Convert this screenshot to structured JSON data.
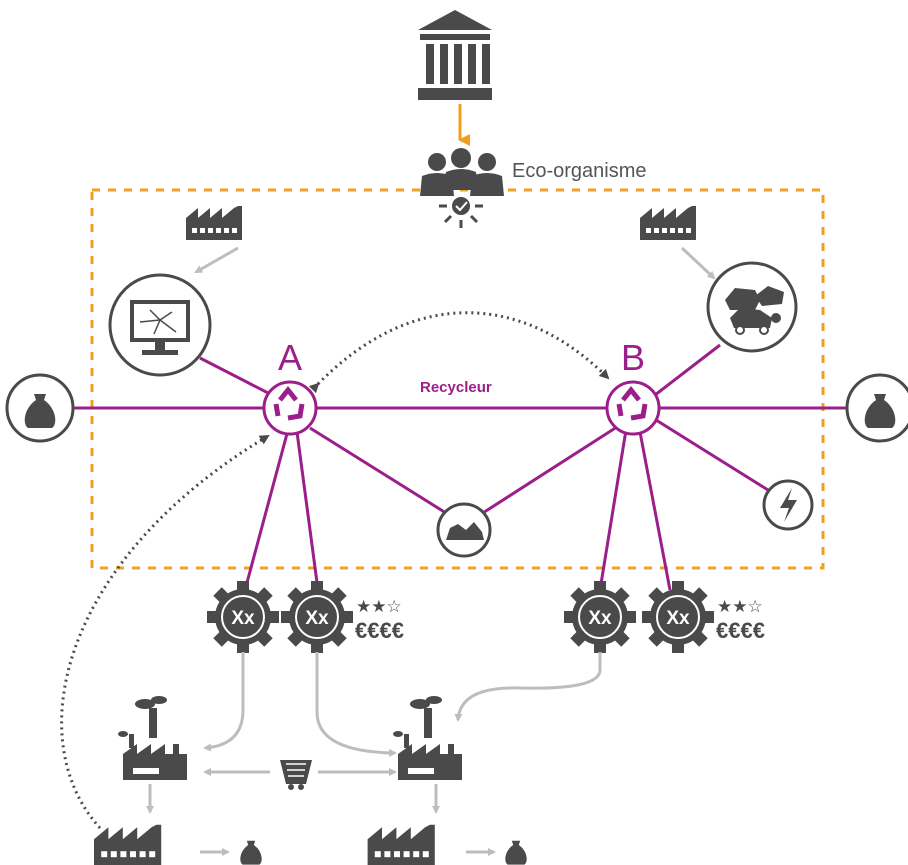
{
  "colors": {
    "purple": "#9b1f8a",
    "orange": "#f0a020",
    "icon_gray": "#4a4a4a",
    "line_gray": "#bdbdbd",
    "text_gray": "#555555"
  },
  "labels": {
    "eco_organisme": "Eco-organisme",
    "hub_a": "A",
    "hub_b": "B",
    "recycleur": "Recycleur"
  },
  "badges": [
    {
      "id": "a1",
      "text": "Xx"
    },
    {
      "id": "a2",
      "text": "Xx",
      "stars": "★★☆",
      "euros": "€€€€"
    },
    {
      "id": "b1",
      "text": "Xx"
    },
    {
      "id": "b2",
      "text": "Xx",
      "stars": "★★☆",
      "euros": "€€€€"
    }
  ],
  "icons": [
    "government-building-icon",
    "eco-organisme-group-icon",
    "factory-icon",
    "broken-monitor-icon",
    "scrap-cars-icon",
    "waste-bag-icon",
    "recycle-icon",
    "scrap-pile-icon",
    "lightning-icon",
    "quality-badge-icon",
    "smoking-factory-icon",
    "mine-cart-icon"
  ]
}
